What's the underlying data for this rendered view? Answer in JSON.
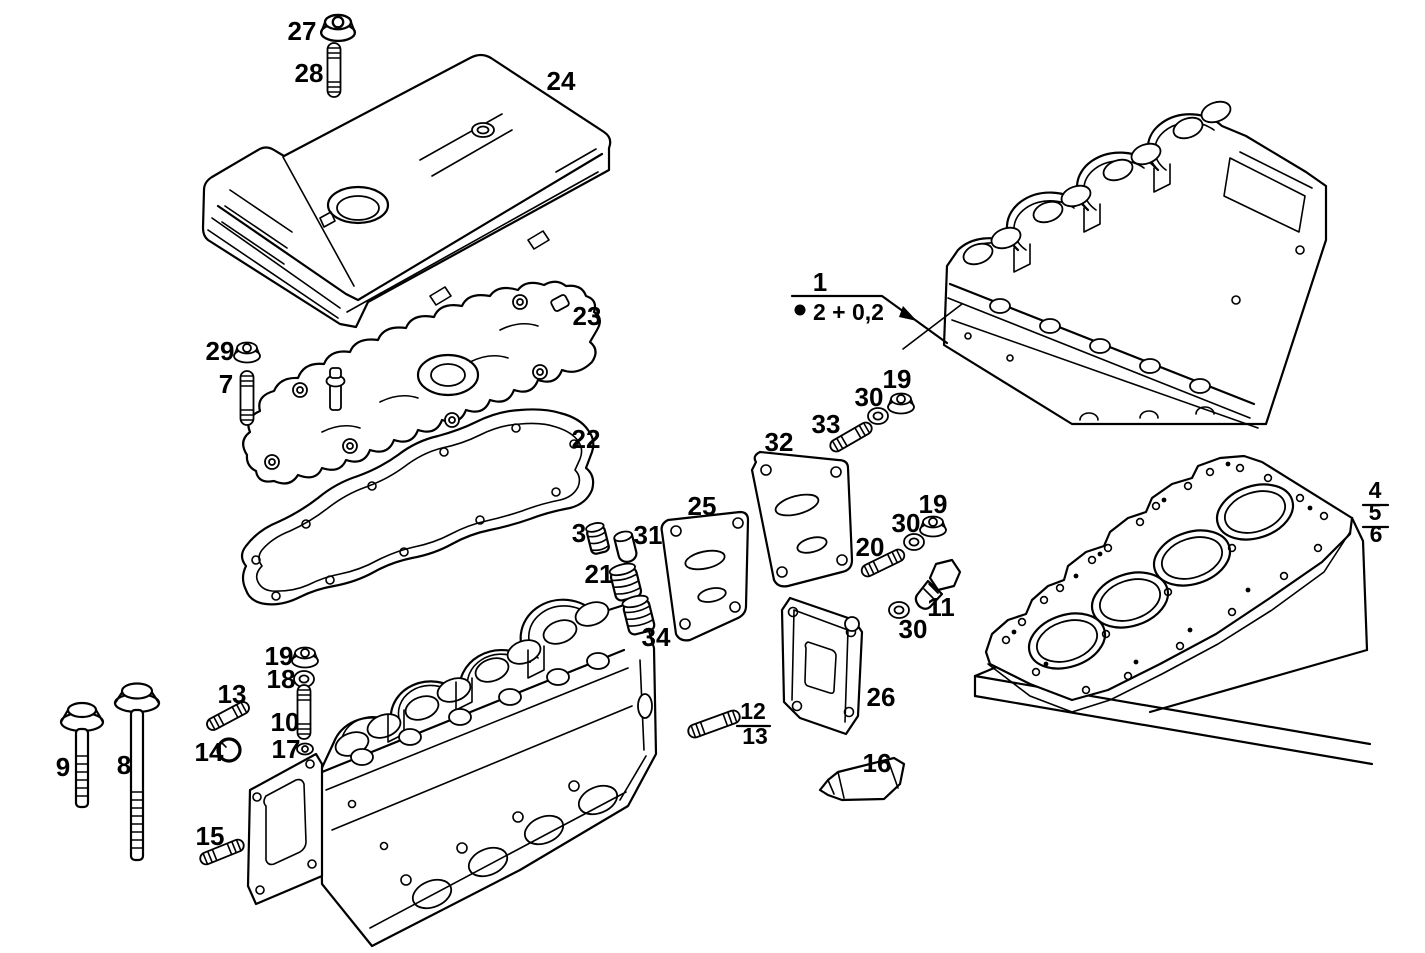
{
  "diagram": {
    "type": "exploded-parts-diagram",
    "subject": "Engine cylinder head assembly",
    "background_color": "#ffffff",
    "line_color": "#000000",
    "annotation_1": {
      "number": "1",
      "marker": "filled-dot",
      "note": "2 + 0,2",
      "part": "cylinder-head-assembly"
    },
    "variant_stack": [
      "4",
      "5",
      "6"
    ],
    "variant_stack_part": "cylinder-head-gasket",
    "stud_pair_stack": [
      "12",
      "13"
    ],
    "stud_pair_part": "stud",
    "callouts": {
      "27": {
        "text": "27",
        "part": "flange-nut"
      },
      "28": {
        "text": "28",
        "part": "stud"
      },
      "24": {
        "text": "24",
        "part": "valve-cover"
      },
      "23": {
        "text": "23",
        "part": "camshaft-carrier-cover"
      },
      "29": {
        "text": "29",
        "part": "nut"
      },
      "7": {
        "text": "7",
        "part": "stud"
      },
      "22": {
        "text": "22",
        "part": "valve-cover-gasket"
      },
      "19a": {
        "text": "19",
        "part": "nut"
      },
      "30a": {
        "text": "30",
        "part": "washer"
      },
      "33": {
        "text": "33",
        "part": "stud"
      },
      "32": {
        "text": "32",
        "part": "side-plate"
      },
      "25": {
        "text": "25",
        "part": "side-plate-gasket"
      },
      "3": {
        "text": "3",
        "part": "screw-plug"
      },
      "31": {
        "text": "31",
        "part": "cup-plug"
      },
      "21": {
        "text": "21",
        "part": "screw-plug"
      },
      "34": {
        "text": "34",
        "part": "screw-plug"
      },
      "19b": {
        "text": "19",
        "part": "nut"
      },
      "30b": {
        "text": "30",
        "part": "washer"
      },
      "20": {
        "text": "20",
        "part": "stud"
      },
      "11": {
        "text": "11",
        "part": "bolt"
      },
      "30c": {
        "text": "30",
        "part": "washer"
      },
      "26": {
        "text": "26",
        "part": "end-cover-plate"
      },
      "16": {
        "text": "16",
        "part": "sealant-tube"
      },
      "19c": {
        "text": "19",
        "part": "nut"
      },
      "18": {
        "text": "18",
        "part": "washer"
      },
      "13a": {
        "text": "13",
        "part": "stud"
      },
      "10": {
        "text": "10",
        "part": "stud"
      },
      "17": {
        "text": "17",
        "part": "nut"
      },
      "14": {
        "text": "14",
        "part": "o-ring"
      },
      "9": {
        "text": "9",
        "part": "cylinder-head-bolt-short"
      },
      "8": {
        "text": "8",
        "part": "cylinder-head-bolt-long"
      },
      "15": {
        "text": "15",
        "part": "stud"
      }
    }
  }
}
